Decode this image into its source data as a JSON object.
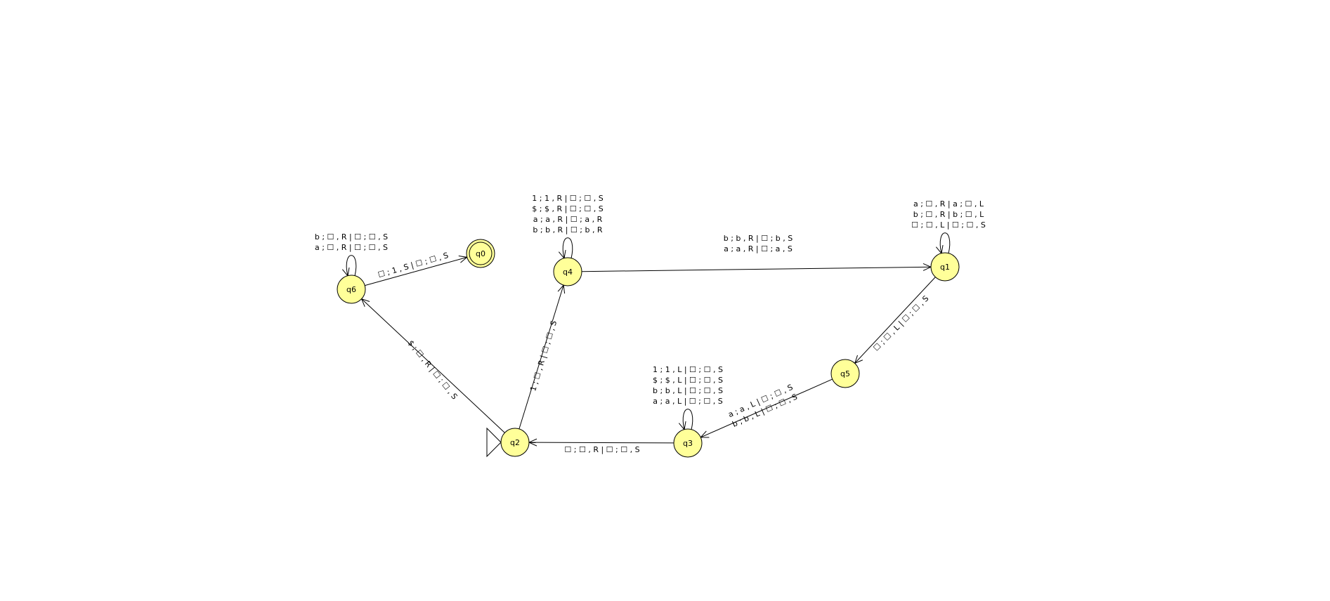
{
  "diagram": {
    "states": [
      {
        "id": "q0",
        "label": "q0",
        "final": true,
        "initial": false
      },
      {
        "id": "q1",
        "label": "q1",
        "final": false,
        "initial": false
      },
      {
        "id": "q2",
        "label": "q2",
        "final": false,
        "initial": true
      },
      {
        "id": "q3",
        "label": "q3",
        "final": false,
        "initial": false
      },
      {
        "id": "q4",
        "label": "q4",
        "final": false,
        "initial": false
      },
      {
        "id": "q5",
        "label": "q5",
        "final": false,
        "initial": false
      },
      {
        "id": "q6",
        "label": "q6",
        "final": false,
        "initial": false
      }
    ],
    "transitions": [
      {
        "from": "q6",
        "to": "q6",
        "labels": [
          "b ; ☐ , R | ☐ ; ☐ , S",
          "a ; ☐ , R | ☐ ; ☐ , S"
        ]
      },
      {
        "from": "q6",
        "to": "q0",
        "labels": [
          "☐ ; 1 , S | ☐ ; ☐ , S"
        ]
      },
      {
        "from": "q4",
        "to": "q4",
        "labels": [
          "1 ; 1 , R | ☐ ; ☐ , S",
          "$ ; $ , R | ☐ ; ☐ , S",
          "a ; a , R | ☐ ; a , R",
          "b ; b , R | ☐ ; b , R"
        ]
      },
      {
        "from": "q4",
        "to": "q1",
        "labels": [
          "b ; b , R | ☐ ; b , S",
          "a ; a , R | ☐ ; a , S"
        ]
      },
      {
        "from": "q1",
        "to": "q1",
        "labels": [
          "a ; ☐ , R | a ; ☐ , L",
          "b ; ☐ , R | b ; ☐ , L",
          "☐ ; ☐ , L | ☐ ; ☐ , S"
        ]
      },
      {
        "from": "q1",
        "to": "q5",
        "labels": [
          "☐ ; ☐ , L | ☐ ; ☐ , S"
        ]
      },
      {
        "from": "q5",
        "to": "q3",
        "labels": [
          "a ; a , L | ☐ ; ☐ , S",
          "b ; b , L | ☐ ; ☐ , S"
        ]
      },
      {
        "from": "q3",
        "to": "q3",
        "labels": [
          "1 ; 1 , L | ☐ ; ☐ , S",
          "$ ; $ , L | ☐ ; ☐ , S",
          "b ; b , L | ☐ ; ☐ , S",
          "a ; a , L | ☐ ; ☐ , S"
        ]
      },
      {
        "from": "q3",
        "to": "q2",
        "labels": [
          "☐ ; ☐ , R | ☐ ; ☐ , S"
        ]
      },
      {
        "from": "q2",
        "to": "q4",
        "labels": [
          "1 ; ☐ , R | ☐ ; ☐ , S"
        ]
      },
      {
        "from": "q2",
        "to": "q6",
        "labels": [
          "$ ; ☐ , R | ☐ ; ☐ , S"
        ]
      }
    ],
    "colors": {
      "state_fill": "#ffff99",
      "stroke": "#000000",
      "background": "#ffffff"
    }
  }
}
